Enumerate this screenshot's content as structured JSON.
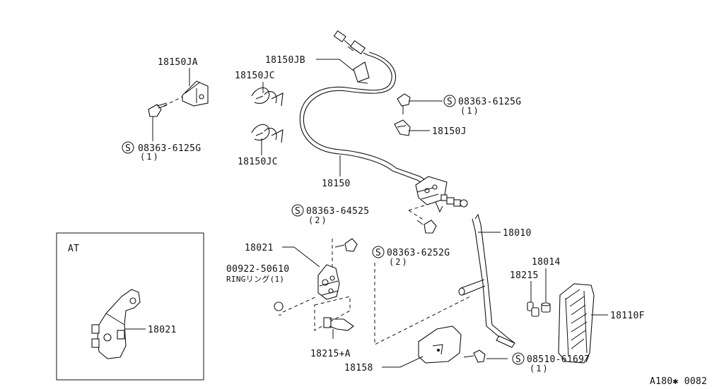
{
  "drawing_id": "A180✱ 0082",
  "inset_box_label": "AT",
  "parts": [
    {
      "id": "lbl-18150ja",
      "text": "18150JA"
    },
    {
      "id": "lbl-18150jb",
      "text": "18150JB"
    },
    {
      "id": "lbl-18150jc-top",
      "text": "18150JC"
    },
    {
      "id": "lbl-18150jc-bottom",
      "text": "18150JC"
    },
    {
      "id": "lbl-18150",
      "text": "18150"
    },
    {
      "id": "lbl-18150j",
      "text": "18150J"
    },
    {
      "id": "lbl-18021",
      "text": "18021"
    },
    {
      "id": "lbl-00922",
      "text": "00922-50610"
    },
    {
      "id": "lbl-ring",
      "text": "RINGリング(1)"
    },
    {
      "id": "lbl-18215a",
      "text": "18215+A"
    },
    {
      "id": "lbl-18158",
      "text": "18158"
    },
    {
      "id": "lbl-18010",
      "text": "18010"
    },
    {
      "id": "lbl-18014",
      "text": "18014"
    },
    {
      "id": "lbl-18215",
      "text": "18215"
    },
    {
      "id": "lbl-18110f",
      "text": "18110F"
    },
    {
      "id": "lbl-18021-at",
      "text": "18021"
    }
  ],
  "screws": [
    {
      "id": "screw-left",
      "part": "08363-6125G",
      "qty": "(1)"
    },
    {
      "id": "screw-right-top",
      "part": "08363-6125G",
      "qty": "(1)"
    },
    {
      "id": "screw-64525",
      "part": "08363-64525",
      "qty": "(2)"
    },
    {
      "id": "screw-6252g",
      "part": "08363-6252G",
      "qty": "(2)"
    },
    {
      "id": "screw-61697",
      "part": "08510-61697",
      "qty": "(1)"
    }
  ],
  "symbol_letter": "S"
}
